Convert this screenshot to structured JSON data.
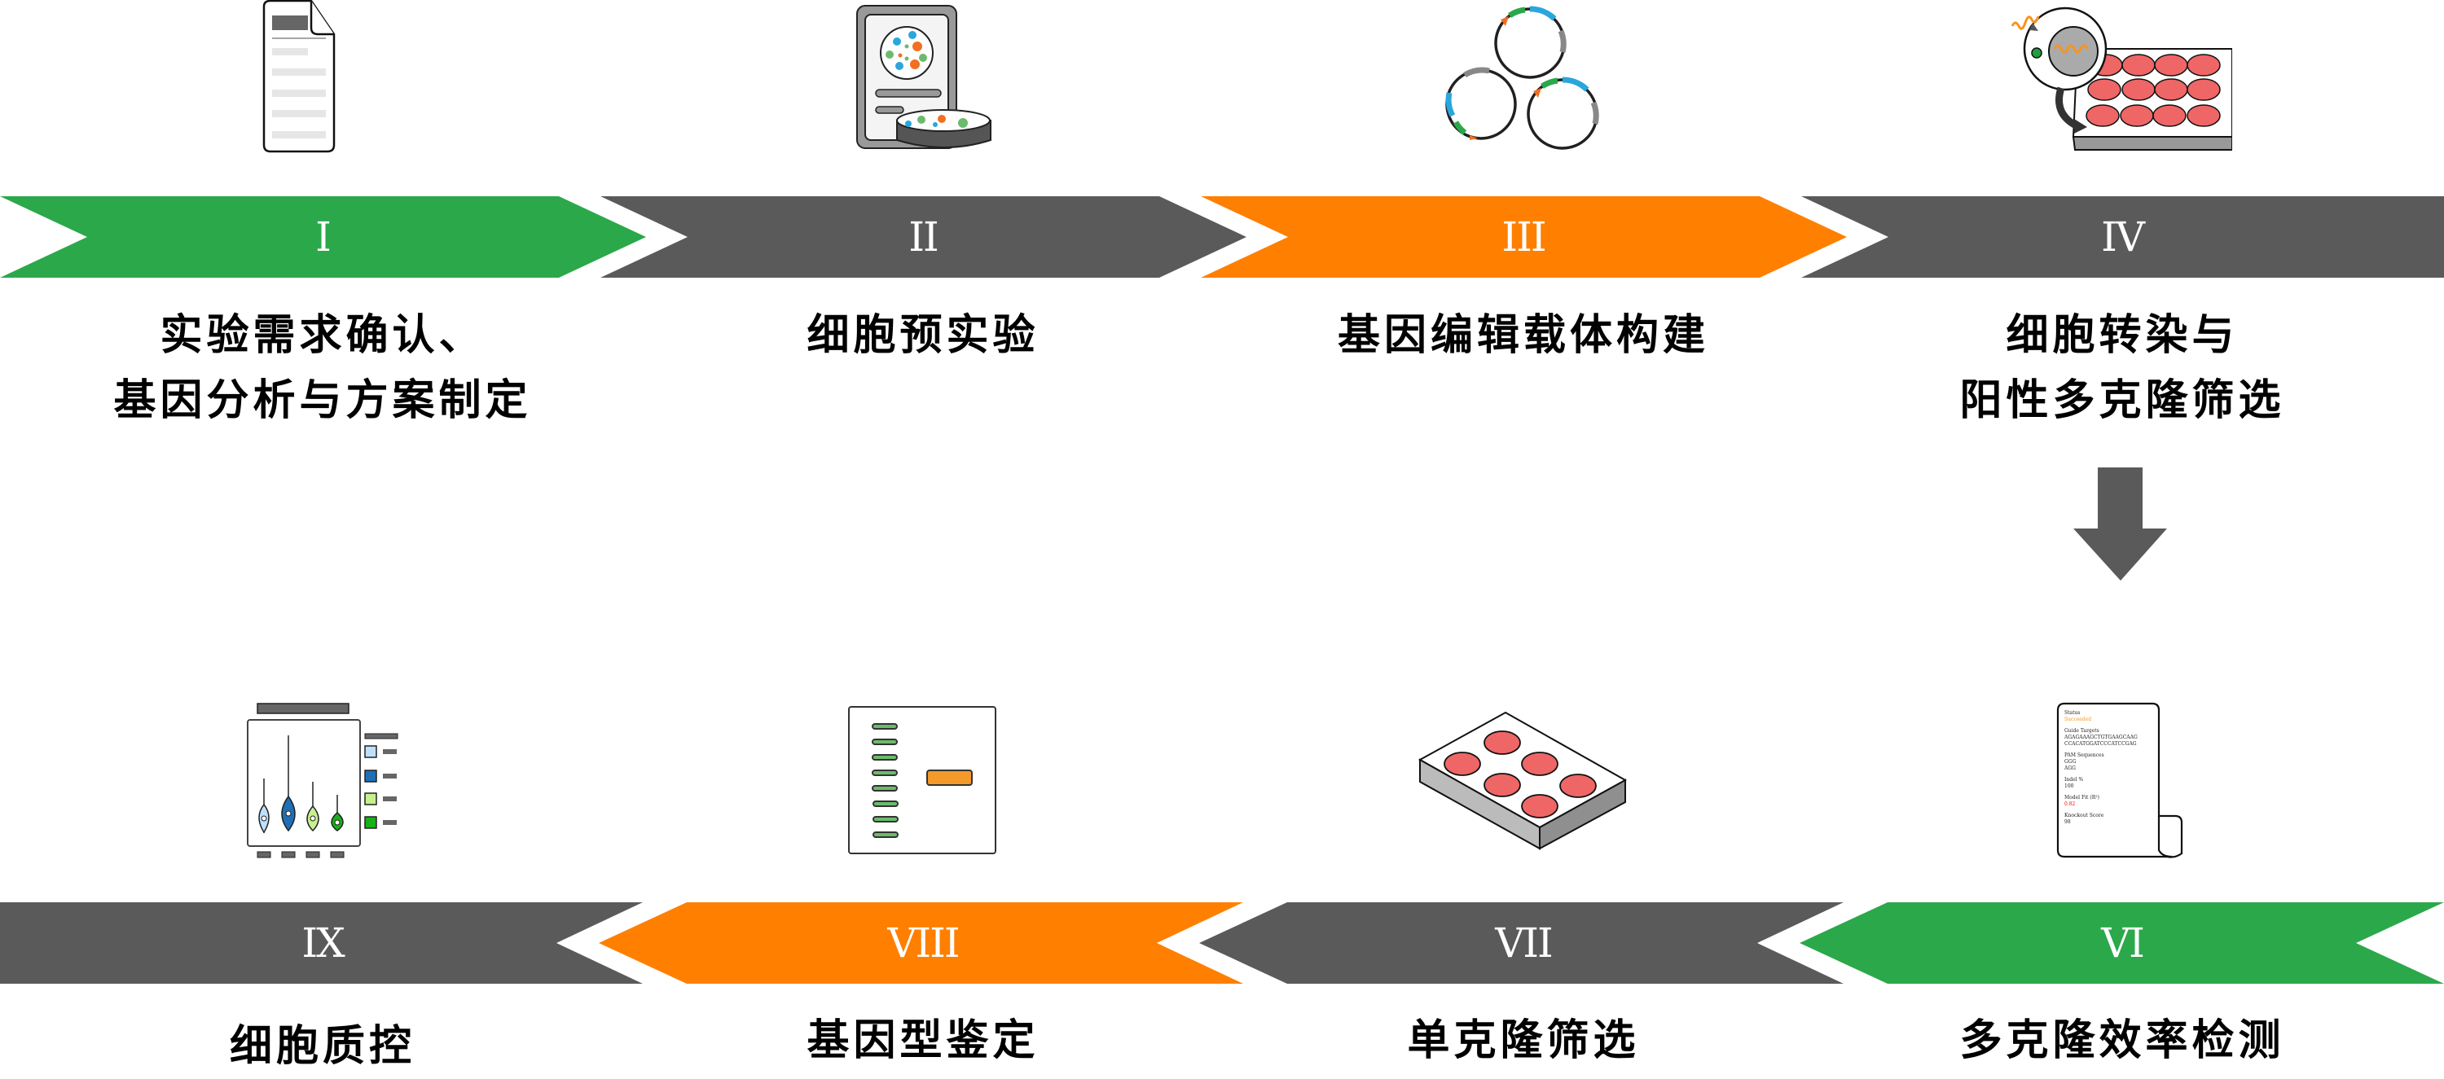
{
  "colors": {
    "green": "#2BA84A",
    "gray": "#5B5A5B",
    "orange": "#FF7F00",
    "well_red": "#EE6666"
  },
  "steps": [
    {
      "id": "I",
      "numeral": "I",
      "label": "实验需求确认、\n基因分析与方案制定",
      "color": "green",
      "icon": "document-icon"
    },
    {
      "id": "II",
      "numeral": "II",
      "label": "细胞预实验",
      "color": "gray",
      "icon": "cell-culture-tablet-icon"
    },
    {
      "id": "III",
      "numeral": "III",
      "label": "基因编辑载体构建",
      "color": "orange",
      "icon": "plasmids-icon"
    },
    {
      "id": "IV",
      "numeral": "IV",
      "label": "细胞转染与\n阳性多克隆筛选",
      "color": "gray",
      "icon": "transfection-plate-icon"
    },
    {
      "id": "VI",
      "numeral": "VI",
      "label": "多克隆效率检测",
      "color": "green",
      "icon": "analysis-report-icon"
    },
    {
      "id": "VII",
      "numeral": "VII",
      "label": "单克隆筛选",
      "color": "gray",
      "icon": "six-well-plate-icon"
    },
    {
      "id": "VIII",
      "numeral": "VIII",
      "label": "基因型鉴定",
      "color": "orange",
      "icon": "gel-electrophoresis-icon"
    },
    {
      "id": "IX",
      "numeral": "IX",
      "label": "细胞质控",
      "color": "gray",
      "icon": "violin-plot-icon"
    }
  ],
  "connector": {
    "icon": "down-arrow-icon"
  },
  "report": {
    "status_label": "Status",
    "status_value": "Succeeded",
    "guide_label": "Guide Targets",
    "guides": [
      "AGAGAAAGCTGTGAAGCAAG",
      "CCACATGGATCCCATCCGAG"
    ],
    "pam_label": "PAM Sequences",
    "pams": [
      "GGG",
      "AGG"
    ],
    "indel_label": "Indel %",
    "indel_value": "100",
    "model_label": "Model Fit (R²)",
    "model_value": "0.82",
    "ko_label": "Knockout Score",
    "ko_value": "98"
  }
}
